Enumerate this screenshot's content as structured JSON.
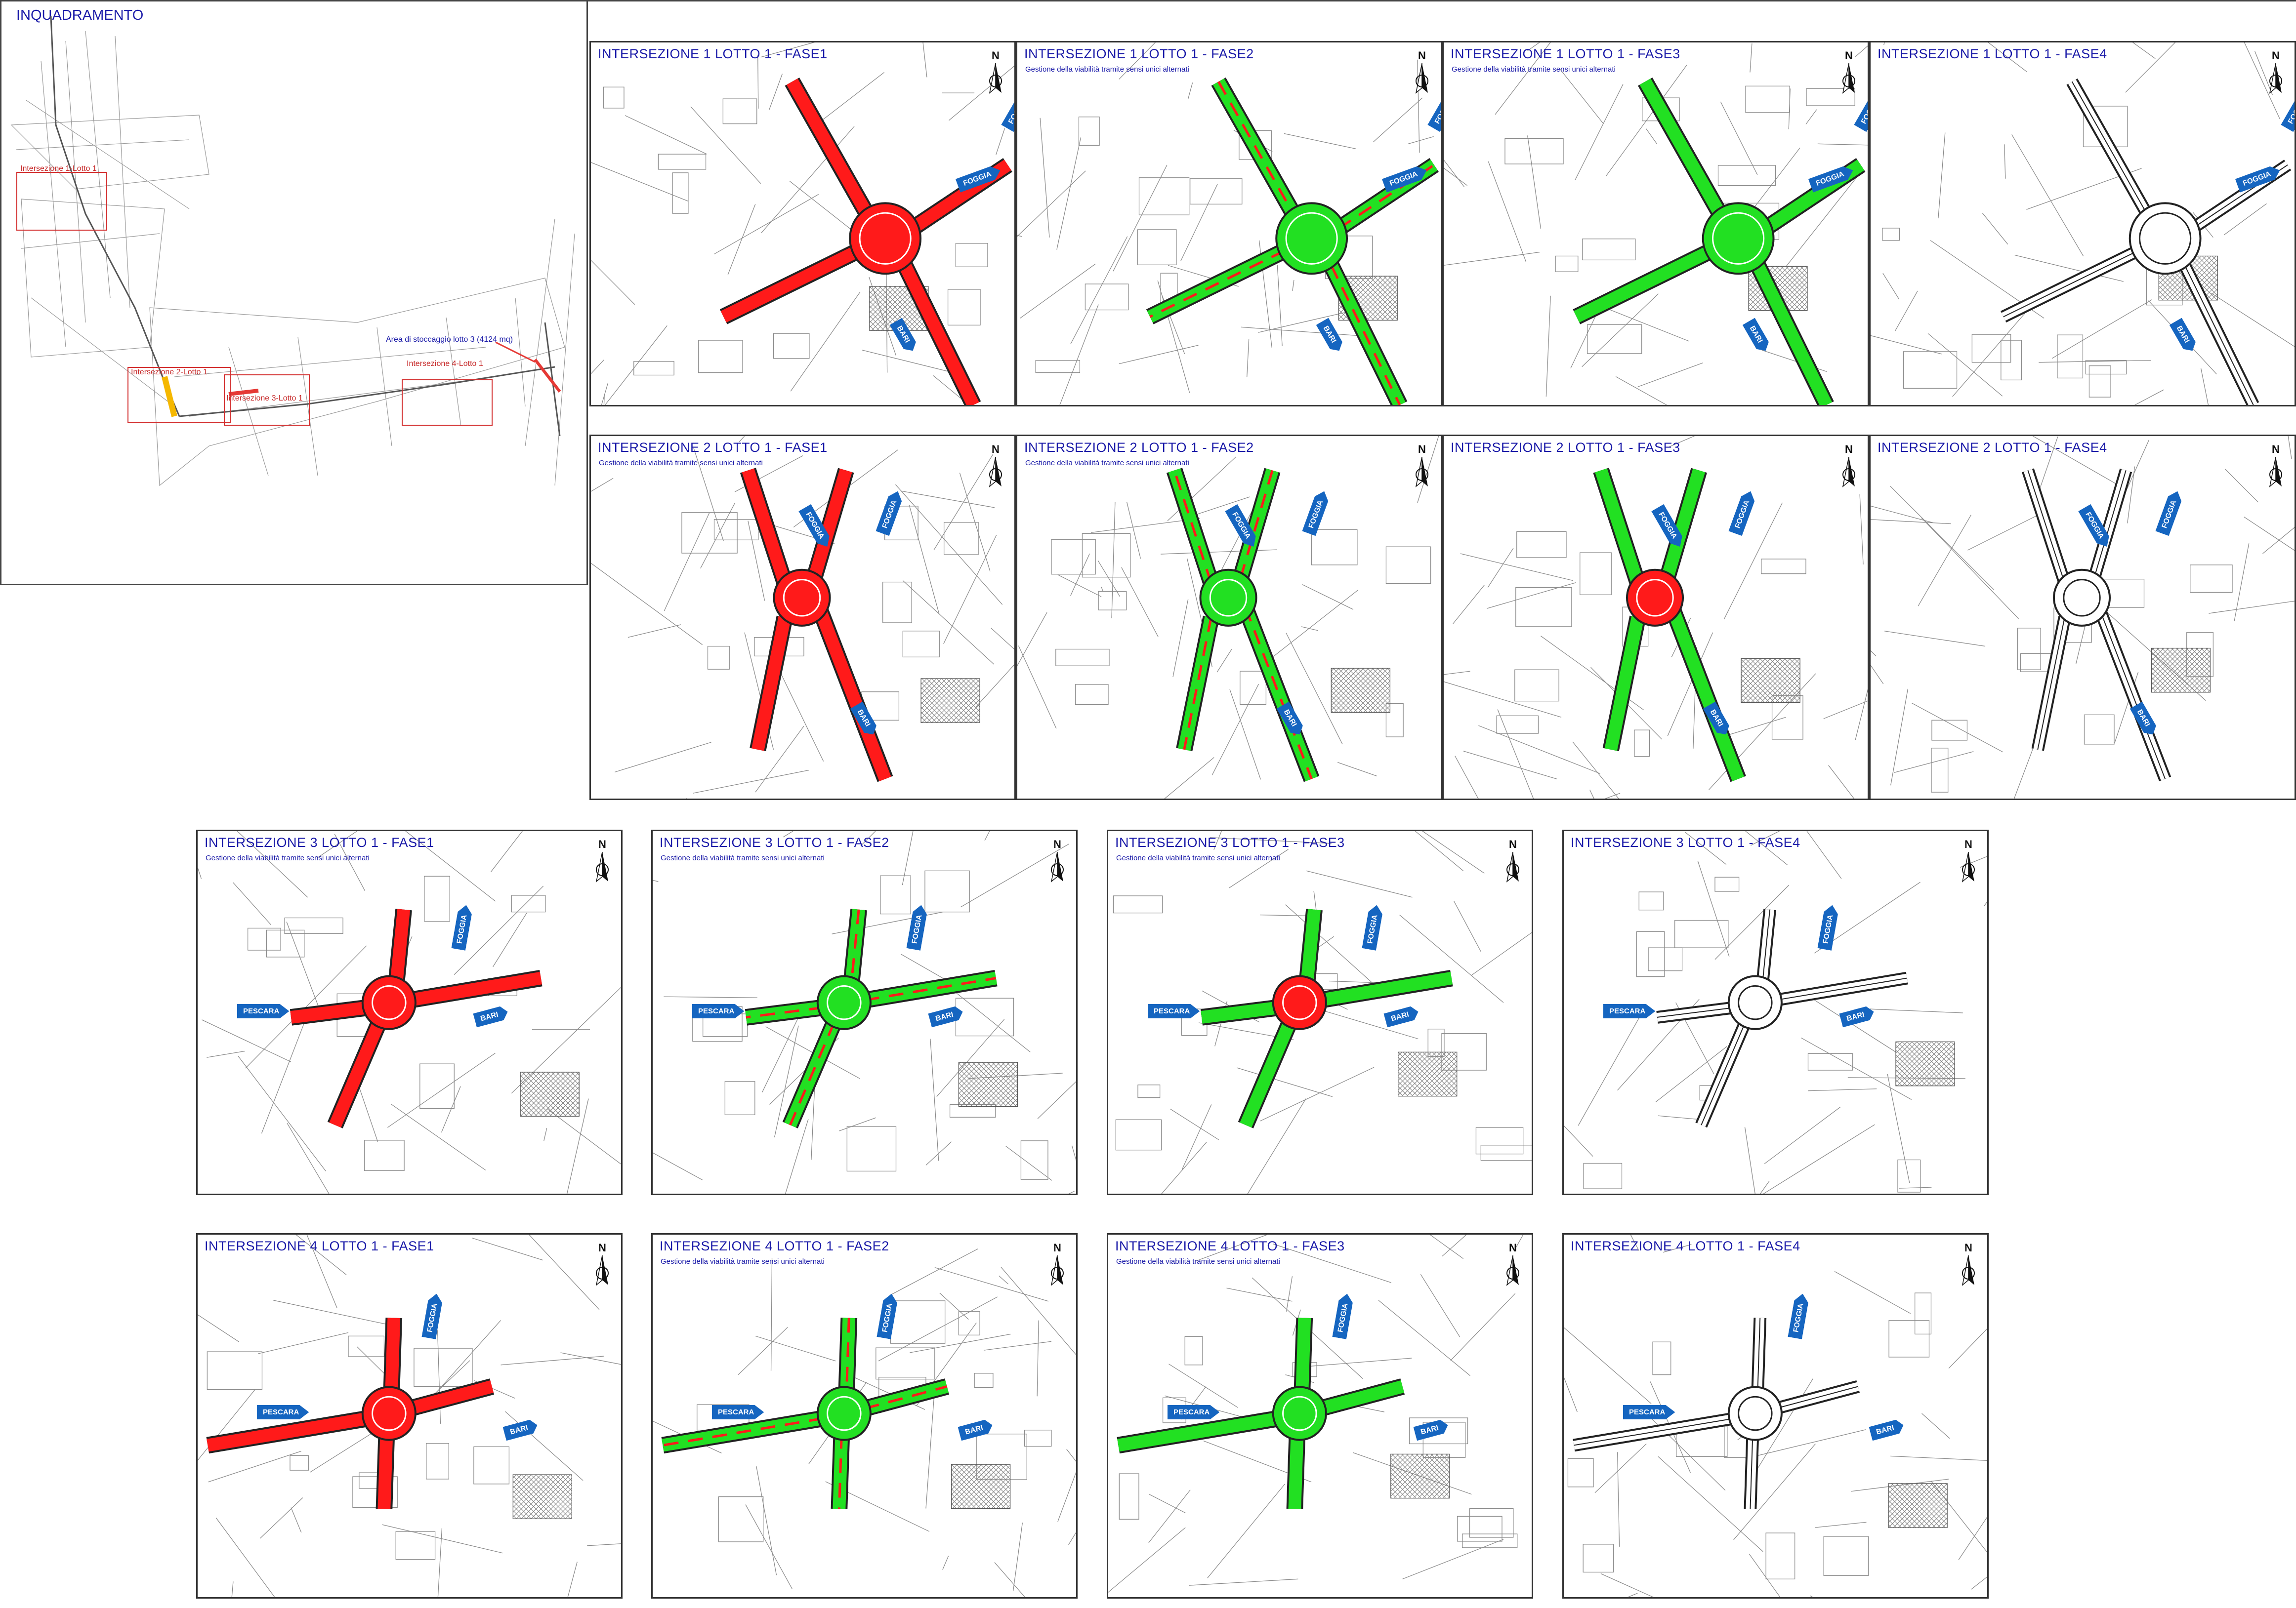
{
  "overview": {
    "title": "INQUADRAMENTO",
    "labels": {
      "int1": "Intersezione 1-Lotto 1",
      "int2": "Intersezione 2-Lotto 1",
      "int3": "Intersezione 3-Lotto 1",
      "int4": "Intersezione 4-Lotto 1",
      "storage": "Area di stoccaggio lotto 3 (4124 mq)"
    }
  },
  "subtitle": "Gestione della viabilità tramite sensi unici alternati",
  "north_label": "N",
  "signs": {
    "foggia": "FOGGIA",
    "bari": "BARI",
    "pescara": "PESCARA"
  },
  "colors": {
    "closed": "#ff1a1a",
    "open": "#22e022",
    "road": "#222222",
    "title": "#1a1aa8",
    "sign": "#1565c0"
  },
  "panels": [
    {
      "id": "i1f1",
      "title": "INTERSEZIONE 1 LOTTO 1 - FASE1",
      "has_subtitle": false,
      "intersection": 1,
      "phase": 1
    },
    {
      "id": "i1f2",
      "title": "INTERSEZIONE 1 LOTTO 1 - FASE2",
      "has_subtitle": true,
      "intersection": 1,
      "phase": 2
    },
    {
      "id": "i1f3",
      "title": "INTERSEZIONE 1 LOTTO 1 - FASE3",
      "has_subtitle": true,
      "intersection": 1,
      "phase": 3
    },
    {
      "id": "i1f4",
      "title": "INTERSEZIONE 1 LOTTO 1 - FASE4",
      "has_subtitle": false,
      "intersection": 1,
      "phase": 4
    },
    {
      "id": "i2f1",
      "title": "INTERSEZIONE 2 LOTTO 1 - FASE1",
      "has_subtitle": true,
      "intersection": 2,
      "phase": 1
    },
    {
      "id": "i2f2",
      "title": "INTERSEZIONE 2 LOTTO 1 - FASE2",
      "has_subtitle": true,
      "intersection": 2,
      "phase": 2
    },
    {
      "id": "i2f3",
      "title": "INTERSEZIONE 2 LOTTO 1 - FASE3",
      "has_subtitle": false,
      "intersection": 2,
      "phase": 3
    },
    {
      "id": "i2f4",
      "title": "INTERSEZIONE 2 LOTTO 1 - FASE4",
      "has_subtitle": false,
      "intersection": 2,
      "phase": 4
    },
    {
      "id": "i3f1",
      "title": "INTERSEZIONE 3 LOTTO 1 - FASE1",
      "has_subtitle": true,
      "intersection": 3,
      "phase": 1
    },
    {
      "id": "i3f2",
      "title": "INTERSEZIONE 3 LOTTO 1 - FASE2",
      "has_subtitle": true,
      "intersection": 3,
      "phase": 2
    },
    {
      "id": "i3f3",
      "title": "INTERSEZIONE 3 LOTTO 1 - FASE3",
      "has_subtitle": true,
      "intersection": 3,
      "phase": 3
    },
    {
      "id": "i3f4",
      "title": "INTERSEZIONE 3 LOTTO 1 - FASE4",
      "has_subtitle": false,
      "intersection": 3,
      "phase": 4
    },
    {
      "id": "i4f1",
      "title": "INTERSEZIONE 4 LOTTO 1 - FASE1",
      "has_subtitle": false,
      "intersection": 4,
      "phase": 1
    },
    {
      "id": "i4f2",
      "title": "INTERSEZIONE 4 LOTTO 1 - FASE2",
      "has_subtitle": true,
      "intersection": 4,
      "phase": 2
    },
    {
      "id": "i4f3",
      "title": "INTERSEZIONE 4 LOTTO 1 - FASE3",
      "has_subtitle": true,
      "intersection": 4,
      "phase": 3
    },
    {
      "id": "i4f4",
      "title": "INTERSEZIONE 4 LOTTO 1 - FASE4",
      "has_subtitle": false,
      "intersection": 4,
      "phase": 4
    }
  ]
}
